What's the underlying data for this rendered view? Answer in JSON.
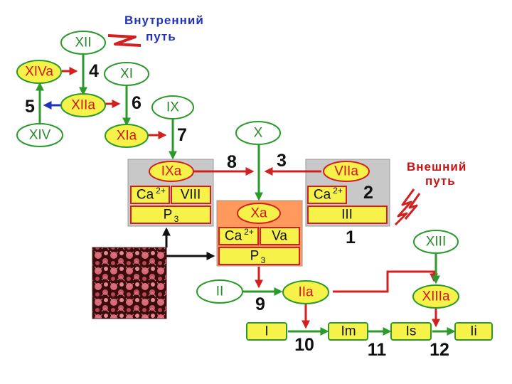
{
  "notes": {
    "intrinsic_line1": "Внутренний",
    "intrinsic_line2": "путь",
    "extrinsic_line1": "Внешний",
    "extrinsic_line2": "путь"
  },
  "factors": {
    "xii": "XII",
    "xiva": "XIVa",
    "xi": "XI",
    "xiia": "XIIa",
    "xiv": "XIV",
    "ix": "IX",
    "xia": "XIa",
    "x": "X",
    "ixa": "IXa",
    "viia": "VIIa",
    "xa": "Xa",
    "xiii": "XIII",
    "xiiia": "XIIIa",
    "ii": "II",
    "iia": "IIa",
    "i": "I",
    "im": "Im",
    "is": "Is",
    "ii_final": "Ii"
  },
  "complexes": {
    "tenase_intrinsic": {
      "ca": "Ca",
      "ca_charge": "2+",
      "cofactor": "VIII",
      "phospholipid": "P",
      "phospholipid_sub": "3"
    },
    "tenase_extrinsic": {
      "ca": "Ca",
      "ca_charge": "2+",
      "cofactor": "III"
    },
    "prothrombinase": {
      "ca": "Ca",
      "ca_charge": "2+",
      "cofactor": "Va",
      "phospholipid": "P",
      "phospholipid_sub": "3"
    }
  },
  "steps": [
    "1",
    "2",
    "3",
    "4",
    "5",
    "6",
    "7",
    "8",
    "9",
    "10",
    "11",
    "12"
  ],
  "colors": {
    "green": "#2a9a2a",
    "red": "#d41f1f",
    "yellow": "#f7f24a",
    "grey_panel": "#c8c8c8",
    "orange_panel": "#ff9a5c",
    "blue": "#2233bb"
  }
}
